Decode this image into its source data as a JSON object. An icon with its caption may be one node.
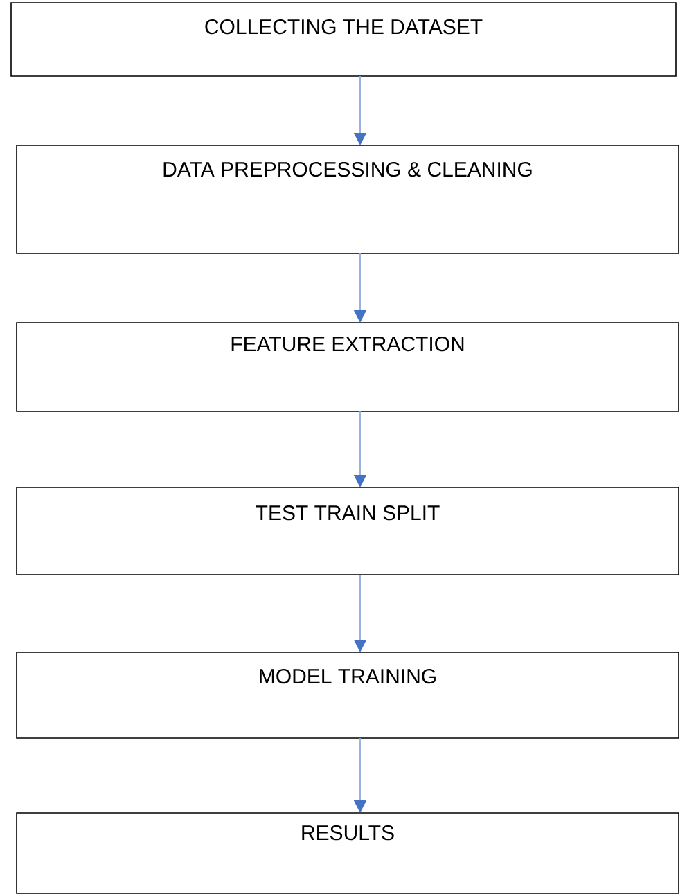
{
  "diagram": {
    "nodes": [
      {
        "text": [
          "COLLECTING THE DATASET"
        ]
      },
      {
        "text": [
          "DATA PREPROCESSING & CLEANING"
        ]
      },
      {
        "text": [
          "FEATURE EXTRACTION"
        ]
      },
      {
        "text": [
          "TEST TRAIN SPLIT"
        ]
      },
      {
        "text": [
          "MODEL TRAINING"
        ]
      },
      {
        "text": [
          "RESULTS"
        ]
      }
    ],
    "edges": [
      {
        "from": 0,
        "to": 1,
        "arrow": "to"
      },
      {
        "from": 1,
        "to": 2,
        "arrow": "to"
      },
      {
        "from": 2,
        "to": 3,
        "arrow": "to"
      },
      {
        "from": 3,
        "to": 4,
        "arrow": "to"
      },
      {
        "from": 4,
        "to": 5,
        "arrow": "to"
      }
    ]
  }
}
